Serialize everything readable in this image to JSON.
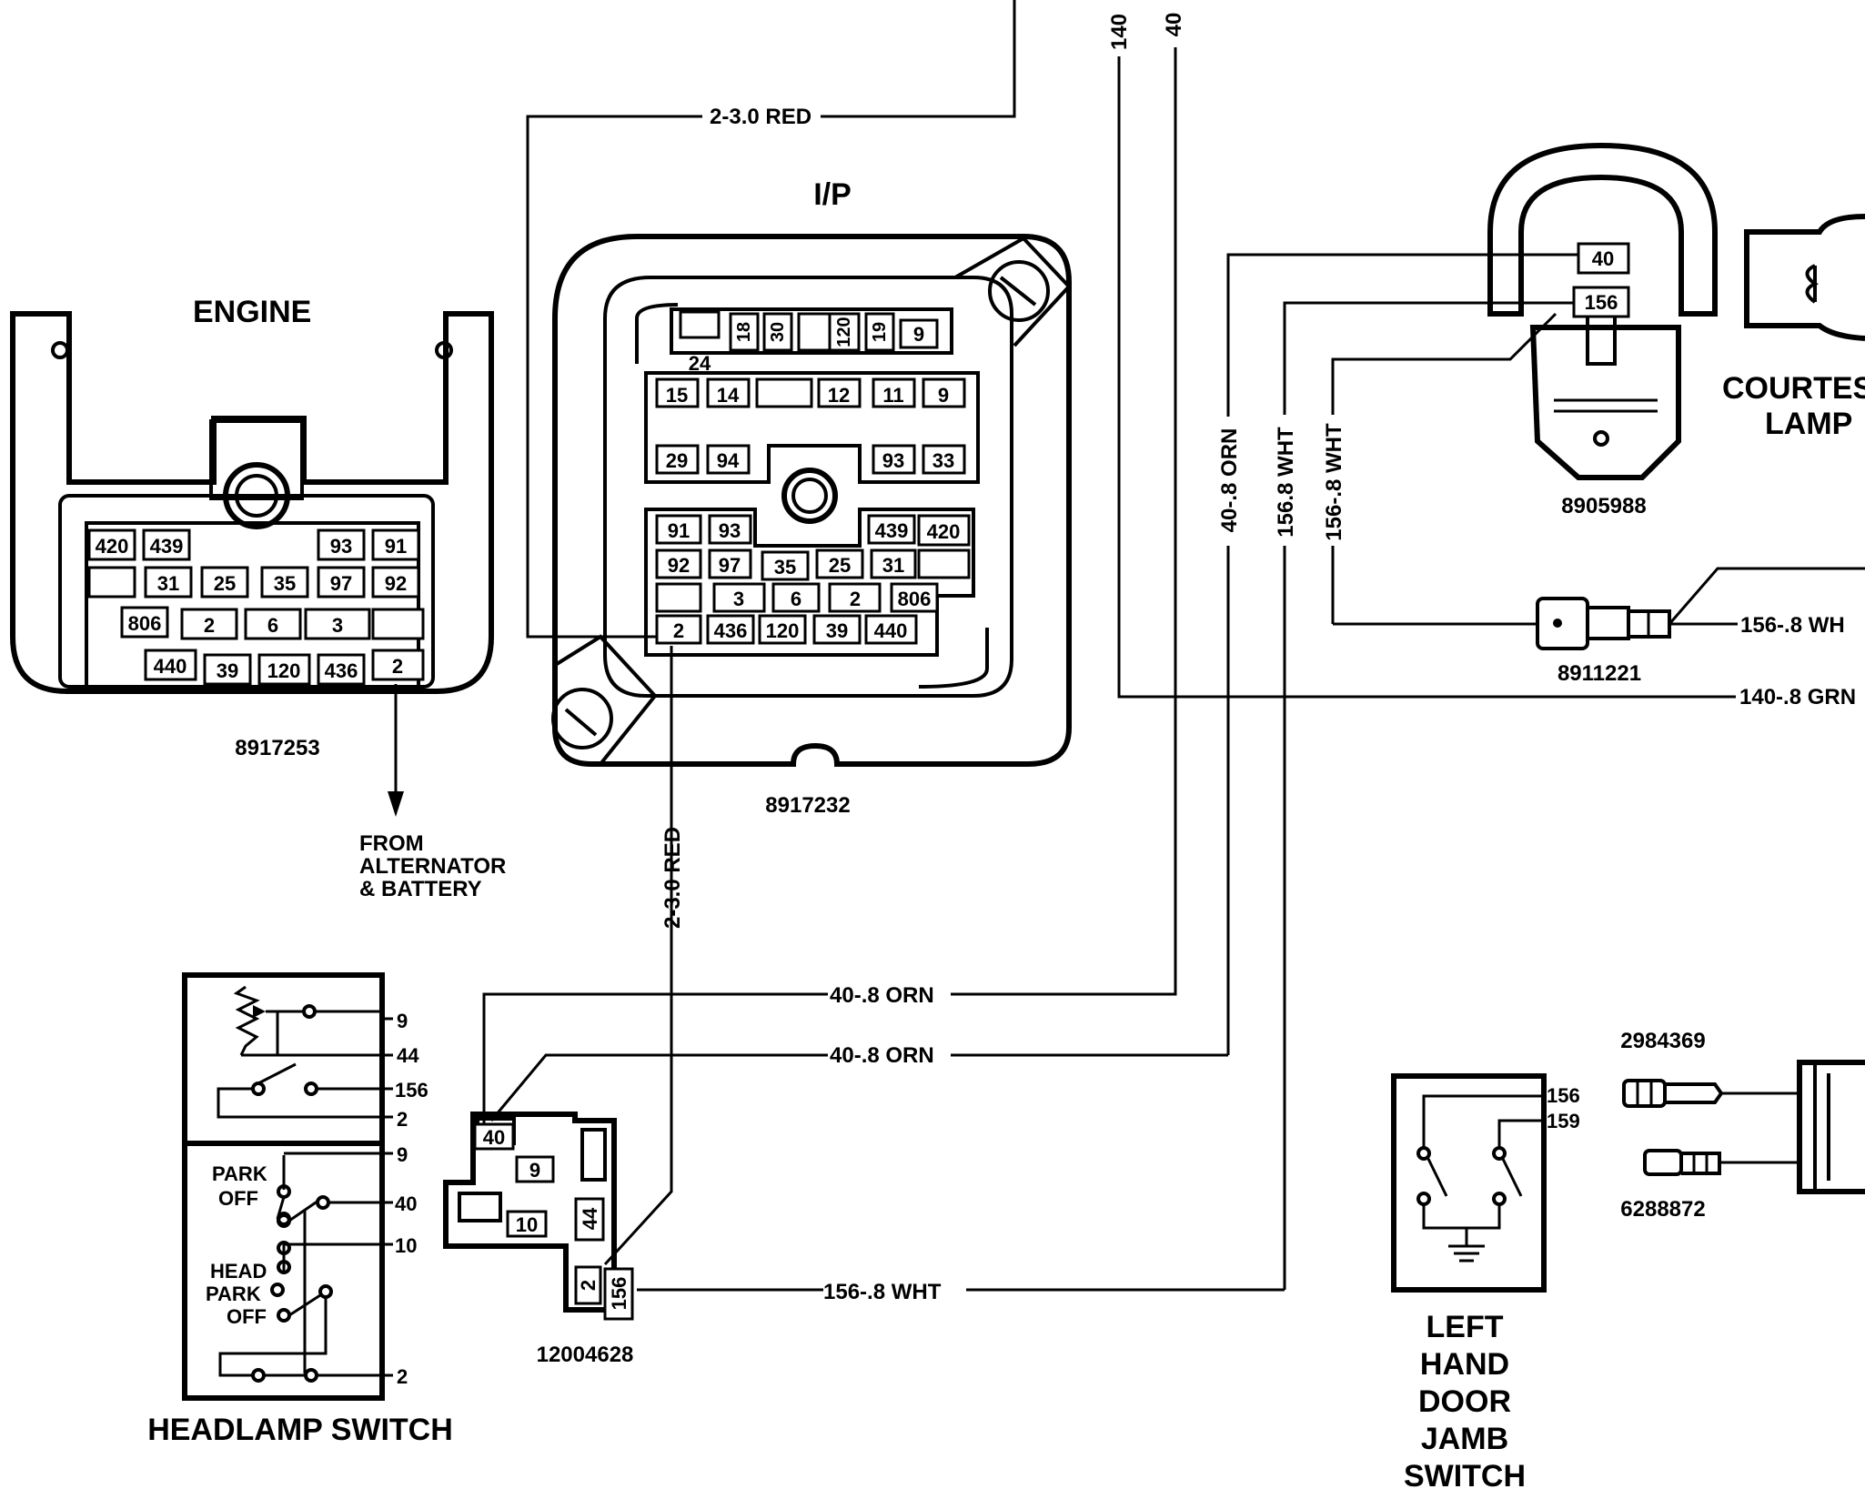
{
  "engine_block": {
    "title": "ENGINE",
    "part": "8917253",
    "cells": [
      "420",
      "439",
      "93",
      "91",
      "31",
      "25",
      "35",
      "97",
      "92",
      "806",
      "2",
      "6",
      "3",
      "440",
      "39",
      "120",
      "436",
      "2"
    ],
    "from_note": [
      "FROM",
      "ALTERNATOR",
      "& BATTERY"
    ]
  },
  "ip_block": {
    "title": "I/P",
    "part": "8917232",
    "top_row": [
      "24",
      "18",
      "30",
      "120",
      "19",
      "9"
    ],
    "cells": [
      "15",
      "14",
      "12",
      "11",
      "9",
      "29",
      "94",
      "93",
      "33",
      "91",
      "93",
      "439",
      "420",
      "92",
      "97",
      "35",
      "25",
      "31",
      "3",
      "6",
      "2",
      "806",
      "2",
      "436",
      "120",
      "39",
      "440"
    ]
  },
  "wire_labels": {
    "top_red": "2-3.0 RED",
    "riser_140": "140",
    "riser_40": "40",
    "orn_vertical": "40-.8 ORN",
    "wht_vertical": "156.8 WHT",
    "wht_vertical_2": "156-.8 WHT",
    "wht_right": "156-.8 WH",
    "grn_right": "140-.8 GRN",
    "red_vertical": "2-3.0 RED",
    "orn_upper": "40-.8 ORN",
    "orn_lower": "40-.8 ORN",
    "wht_bottom": "156-.8 WHT"
  },
  "courtesy_lamp": {
    "title": [
      "COURTES",
      "LAMP"
    ],
    "part": "8905988",
    "cells": [
      "40",
      "156"
    ]
  },
  "connector_8911221": {
    "part": "8911221"
  },
  "headlamp_switch": {
    "title": "HEADLAMP SWITCH",
    "upper_pins": [
      "9",
      "44",
      "156",
      "2"
    ],
    "lower_pins": [
      "9",
      "40",
      "10",
      "2"
    ],
    "labels": [
      "PARK",
      "OFF",
      "HEAD",
      "PARK",
      "OFF"
    ]
  },
  "connector_12004628": {
    "part": "12004628",
    "cells": [
      "40",
      "9",
      "10",
      "44",
      "2",
      "156"
    ]
  },
  "door_jamb_switch": {
    "title": [
      "LEFT",
      "HAND",
      "DOOR",
      "JAMB",
      "SWITCH"
    ],
    "pins": [
      "156",
      "159"
    ]
  },
  "connectors_right": {
    "part_upper": "2984369",
    "part_lower": "6288872"
  }
}
